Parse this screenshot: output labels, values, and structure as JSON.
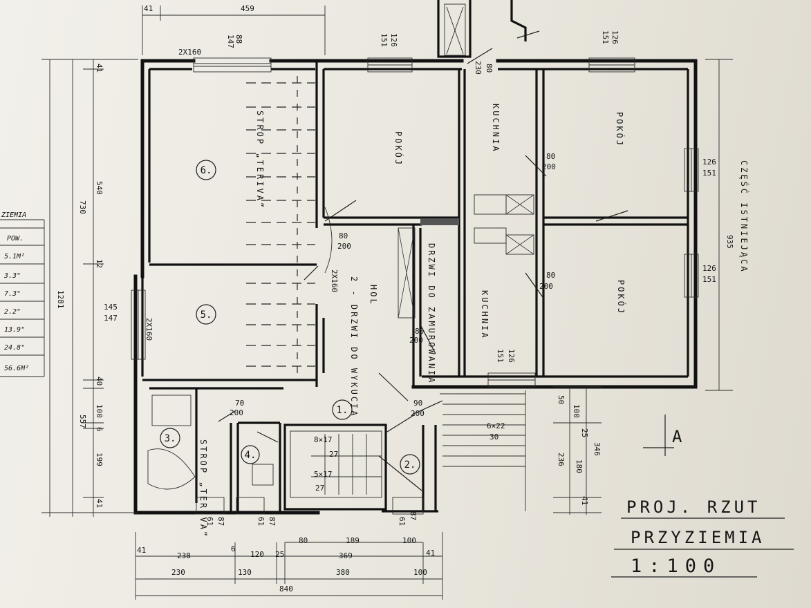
{
  "title": {
    "line1": "PROJ. RZUT",
    "line2": "PRZYZIEMIA",
    "scale": "1:100"
  },
  "section_marker": "A",
  "existing_part_label": "CZĘŚĆ ISTNIEJĄCA",
  "rooms": {
    "room1": "1.",
    "room2": "2.",
    "room3": "3.",
    "room4": "4.",
    "room5": "5.",
    "room6": "6.",
    "pokoj": "POKÓJ",
    "kuchnia": "KUCHNIA",
    "hol": "HOL",
    "strop_teriva_6": "STROP „TERIVA”",
    "strop_teriva_3": "STROP „TERIVA”",
    "drzwi_zamurowane": "DRZWI DO ZAMUROWANIA",
    "drzwi_wykucia": "2 - DRZWI DO WYKUCIA"
  },
  "legend_table": {
    "header": "ZIEMIA",
    "col": "POW.",
    "rows": [
      "5.1M²",
      "3.3\"",
      "7.3\"",
      "2.2\"",
      "13.9\"",
      "24.8\"",
      "56.6M²"
    ]
  },
  "dims": {
    "top_41": "41",
    "top_459": "459",
    "top_147": "147",
    "top_88": "88",
    "top_window": "2X160",
    "top_151a": "151",
    "top_126a": "126",
    "top_230": "230",
    "top_80a": "80",
    "top_151b": "151",
    "top_126b": "126",
    "left_1281": "1281",
    "left_730": "730",
    "left_540": "540",
    "left_557": "557",
    "left_41a": "41",
    "left_12": "12",
    "left_40": "40",
    "left_100": "100",
    "left_6": "6",
    "left_199": "199",
    "left_41b": "41",
    "win_145": "145",
    "win_147": "147",
    "win_2x160b": "2X160",
    "win_2x160c": "2X160",
    "right_126a": "126",
    "right_151a": "151",
    "right_126b": "126",
    "right_151b": "151",
    "right_935": "935",
    "mid_8x17": "8×17",
    "mid_27a": "27",
    "mid_5x17": "5×17",
    "mid_27b": "27",
    "mid_6x22": "6×22",
    "mid_30": "30",
    "door_80_200": "80",
    "door_200": "200",
    "door_70": "70",
    "door_90": "90",
    "r_50": "50",
    "r_100": "100",
    "r_25": "25",
    "r_236": "236",
    "r_180": "180",
    "r_346": "346",
    "r_41": "41",
    "bottom_41a": "41",
    "bottom_238": "238",
    "bottom_6": "6",
    "bottom_120": "120",
    "bottom_25": "25",
    "bottom_80": "80",
    "bottom_189": "189",
    "bottom_100a": "100",
    "bottom_369": "369",
    "bottom_41b": "41",
    "bottom_230": "230",
    "bottom_130": "130",
    "bottom_380": "380",
    "bottom_100b": "100",
    "bottom_840": "840",
    "sill_61a": "61",
    "sill_87a": "87",
    "sill_61b": "61",
    "sill_87b": "87",
    "sill_61c": "61",
    "sill_87c": "87",
    "win_151c": "151",
    "win_126c": "126"
  },
  "colors": {
    "ink": "#151515",
    "paper": "#efece5"
  }
}
